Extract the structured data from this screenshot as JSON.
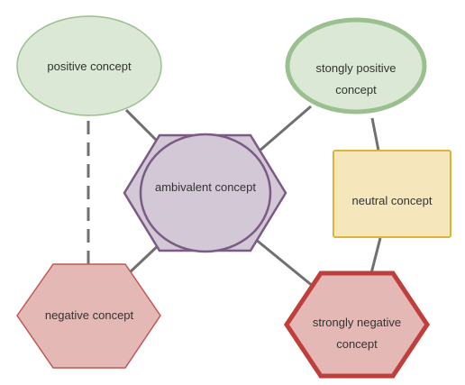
{
  "diagram": {
    "nodes": {
      "positive": {
        "label": "positive concept",
        "fill": "#dae8d5",
        "stroke": "#9bc08f"
      },
      "strongly_positive": {
        "line1": "stongly positive",
        "line2": "concept",
        "fill": "#dae8d5",
        "stroke": "#9bc08f"
      },
      "ambivalent": {
        "label": "ambivalent concept",
        "fill": "#d2c8d6",
        "stroke": "#7c5a86"
      },
      "neutral": {
        "label": "neutral concept",
        "fill": "#f5e6bc",
        "stroke": "#d9b53a"
      },
      "negative": {
        "label": "negative concept",
        "fill": "#e3b8b5",
        "stroke": "#c05852"
      },
      "strongly_negative": {
        "line1": "strongly negative",
        "line2": "concept",
        "fill": "#e3b8b5",
        "stroke": "#bf3f3d"
      }
    },
    "edge_color": "#707070"
  }
}
